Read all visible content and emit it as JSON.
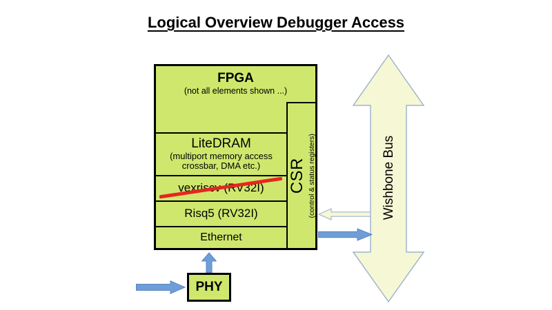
{
  "title": "Logical Overview Debugger Access",
  "fpga": {
    "title": "FPGA",
    "subtitle": "(not all elements shown ...)",
    "rows": [
      {
        "label": "LiteDRAM",
        "sublabel": "(multiport memory access crossbar, DMA etc.)"
      },
      {
        "label": "vexriscv (RV32I)",
        "strikethrough": true
      },
      {
        "label": "Risq5 (RV32I)"
      },
      {
        "label": "Ethernet"
      }
    ],
    "csr": {
      "label": "CSR",
      "sublabel": "(control & status registers)"
    }
  },
  "bus": {
    "label": "Wishbone Bus"
  },
  "phy": {
    "label": "PHY"
  },
  "colors": {
    "block_fill": "#cfe76d",
    "bus_fill": "#f6f7d5",
    "bus_stroke": "#9db5cf",
    "arrow_blue": "#6f9ed6",
    "arrow_blue_stroke": "#5585c2",
    "strike_red": "#e52620",
    "border_black": "#000000"
  }
}
